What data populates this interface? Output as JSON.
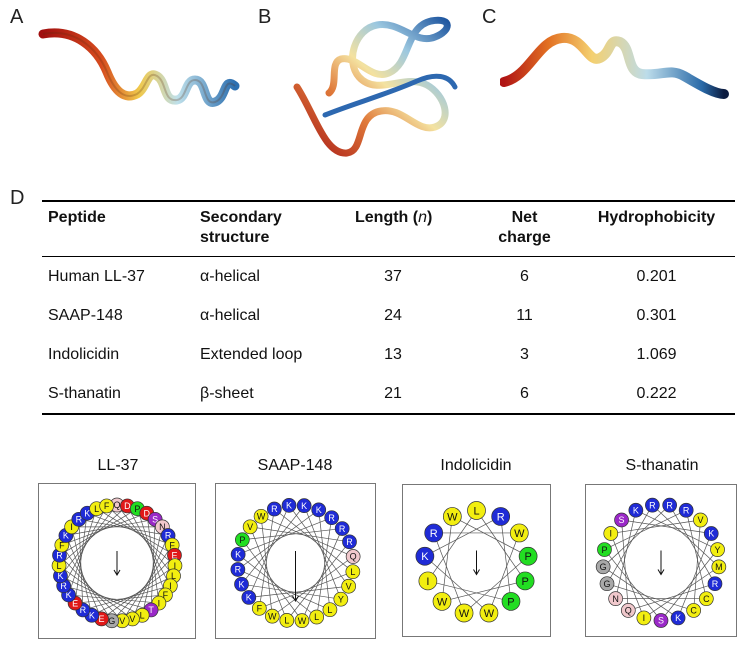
{
  "panel_labels": {
    "a": "A",
    "b": "B",
    "c": "C",
    "d": "D"
  },
  "table": {
    "headers": {
      "peptide": "Peptide",
      "structure_line1": "Secondary",
      "structure_line2": "structure",
      "length_prefix": "Length (",
      "length_var": "n",
      "length_suffix": ")",
      "charge_line1": "Net",
      "charge_line2": "charge",
      "hydrophobicity": "Hydrophobicity"
    },
    "rows": [
      {
        "peptide": "Human LL-37",
        "structure": "α-helical",
        "length": "37",
        "charge": "6",
        "hydrophobicity": "0.201"
      },
      {
        "peptide": "SAAP-148",
        "structure": "α-helical",
        "length": "24",
        "charge": "11",
        "hydrophobicity": "0.301"
      },
      {
        "peptide": "Indolicidin",
        "structure": "Extended loop",
        "length": "13",
        "charge": "3",
        "hydrophobicity": "1.069"
      },
      {
        "peptide": "S-thanatin",
        "structure": "β-sheet",
        "length": "21",
        "charge": "6",
        "hydrophobicity": "0.222"
      }
    ]
  },
  "wheel_colors": {
    "blue": "#1f2bd6",
    "yellow": "#f2ee10",
    "red": "#e01818",
    "green": "#22dd22",
    "purple": "#9a28c8",
    "pink": "#f0c8cc",
    "gray": "#a8a8a8"
  },
  "wheels": [
    {
      "title": "LL-37",
      "residues": [
        {
          "l": "Q",
          "c": "pink"
        },
        {
          "l": "D",
          "c": "red"
        },
        {
          "l": "P",
          "c": "green"
        },
        {
          "l": "D",
          "c": "red"
        },
        {
          "l": "S",
          "c": "purple"
        },
        {
          "l": "N",
          "c": "pink"
        },
        {
          "l": "R",
          "c": "blue"
        },
        {
          "l": "F",
          "c": "yellow"
        },
        {
          "l": "E",
          "c": "red"
        },
        {
          "l": "I",
          "c": "yellow"
        },
        {
          "l": "L",
          "c": "yellow"
        },
        {
          "l": "I",
          "c": "yellow"
        },
        {
          "l": "F",
          "c": "yellow"
        },
        {
          "l": "I",
          "c": "yellow"
        },
        {
          "l": "T",
          "c": "purple"
        },
        {
          "l": "L",
          "c": "yellow"
        },
        {
          "l": "V",
          "c": "yellow"
        },
        {
          "l": "V",
          "c": "yellow"
        },
        {
          "l": "G",
          "c": "gray"
        },
        {
          "l": "E",
          "c": "red"
        },
        {
          "l": "K",
          "c": "blue"
        },
        {
          "l": "R",
          "c": "blue"
        },
        {
          "l": "E",
          "c": "red"
        },
        {
          "l": "K",
          "c": "blue"
        },
        {
          "l": "R",
          "c": "blue"
        },
        {
          "l": "K",
          "c": "blue"
        },
        {
          "l": "L",
          "c": "yellow"
        },
        {
          "l": "R",
          "c": "blue"
        },
        {
          "l": "F",
          "c": "yellow"
        },
        {
          "l": "K",
          "c": "blue"
        },
        {
          "l": "I",
          "c": "yellow"
        },
        {
          "l": "R",
          "c": "blue"
        },
        {
          "l": "K",
          "c": "blue"
        },
        {
          "l": "L",
          "c": "yellow"
        },
        {
          "l": "F",
          "c": "yellow"
        }
      ]
    },
    {
      "title": "SAAP-148",
      "residues": [
        {
          "l": "K",
          "c": "blue"
        },
        {
          "l": "K",
          "c": "blue"
        },
        {
          "l": "R",
          "c": "blue"
        },
        {
          "l": "R",
          "c": "blue"
        },
        {
          "l": "R",
          "c": "blue"
        },
        {
          "l": "Q",
          "c": "pink"
        },
        {
          "l": "L",
          "c": "yellow"
        },
        {
          "l": "V",
          "c": "yellow"
        },
        {
          "l": "Y",
          "c": "yellow"
        },
        {
          "l": "L",
          "c": "yellow"
        },
        {
          "l": "L",
          "c": "yellow"
        },
        {
          "l": "W",
          "c": "yellow"
        },
        {
          "l": "L",
          "c": "yellow"
        },
        {
          "l": "W",
          "c": "yellow"
        },
        {
          "l": "F",
          "c": "yellow"
        },
        {
          "l": "K",
          "c": "blue"
        },
        {
          "l": "K",
          "c": "blue"
        },
        {
          "l": "R",
          "c": "blue"
        },
        {
          "l": "K",
          "c": "blue"
        },
        {
          "l": "P",
          "c": "green"
        },
        {
          "l": "V",
          "c": "yellow"
        },
        {
          "l": "W",
          "c": "yellow"
        },
        {
          "l": "R",
          "c": "blue"
        },
        {
          "l": "K",
          "c": "blue"
        }
      ]
    },
    {
      "title": "Indolicidin",
      "residues": [
        {
          "l": "L",
          "c": "yellow"
        },
        {
          "l": "R",
          "c": "blue"
        },
        {
          "l": "W",
          "c": "yellow"
        },
        {
          "l": "P",
          "c": "green"
        },
        {
          "l": "P",
          "c": "green"
        },
        {
          "l": "P",
          "c": "green"
        },
        {
          "l": "W",
          "c": "yellow"
        },
        {
          "l": "W",
          "c": "yellow"
        },
        {
          "l": "W",
          "c": "yellow"
        },
        {
          "l": "I",
          "c": "yellow"
        },
        {
          "l": "K",
          "c": "blue"
        },
        {
          "l": "R",
          "c": "blue"
        },
        {
          "l": "W",
          "c": "yellow"
        }
      ]
    },
    {
      "title": "S-thanatin",
      "residues": [
        {
          "l": "R",
          "c": "blue"
        },
        {
          "l": "R",
          "c": "blue"
        },
        {
          "l": "V",
          "c": "yellow"
        },
        {
          "l": "K",
          "c": "blue"
        },
        {
          "l": "Y",
          "c": "yellow"
        },
        {
          "l": "M",
          "c": "yellow"
        },
        {
          "l": "R",
          "c": "blue"
        },
        {
          "l": "C",
          "c": "yellow"
        },
        {
          "l": "C",
          "c": "yellow"
        },
        {
          "l": "K",
          "c": "blue"
        },
        {
          "l": "S",
          "c": "purple"
        },
        {
          "l": "I",
          "c": "yellow"
        },
        {
          "l": "Q",
          "c": "pink"
        },
        {
          "l": "N",
          "c": "pink"
        },
        {
          "l": "G",
          "c": "gray"
        },
        {
          "l": "G",
          "c": "gray"
        },
        {
          "l": "P",
          "c": "green"
        },
        {
          "l": "I",
          "c": "yellow"
        },
        {
          "l": "S",
          "c": "purple"
        },
        {
          "l": "K",
          "c": "blue"
        },
        {
          "l": "R",
          "c": "blue"
        }
      ]
    }
  ]
}
